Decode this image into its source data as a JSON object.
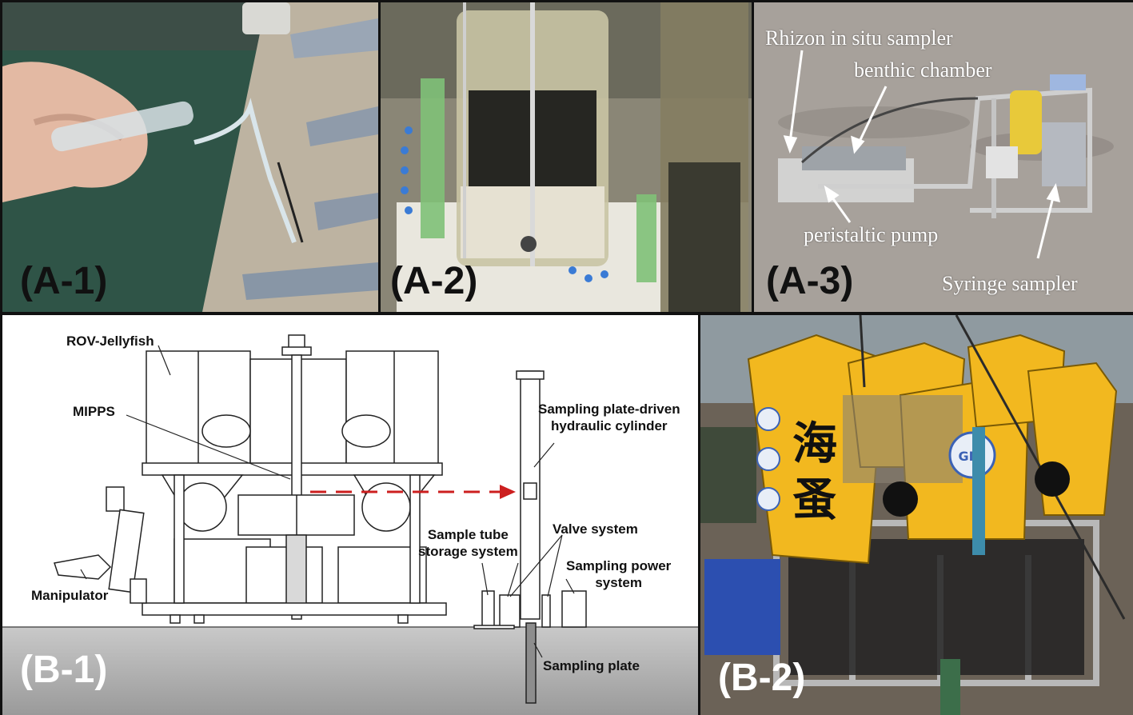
{
  "panels": {
    "a1": {
      "label": "(A-1)"
    },
    "a2": {
      "label": "(A-2)"
    },
    "a3": {
      "label": "(A-3)",
      "annotations": {
        "rhizon": "Rhizon in situ sampler",
        "benthic": "benthic chamber",
        "pump": "peristaltic pump",
        "syringe": "Syringe sampler"
      }
    },
    "b1": {
      "label": "(B-1)",
      "labels": {
        "rov": "ROV-Jellyfish",
        "mipps": "MIPPS",
        "manipulator": "Manipulator",
        "cylinder_1": "Sampling plate-driven",
        "cylinder_2": "hydraulic cylinder",
        "storage_1": "Sample tube",
        "storage_2": "storage system",
        "valve": "Valve system",
        "power_1": "Sampling power",
        "power_2": "system",
        "plate": "Sampling plate"
      },
      "colors": {
        "arrow": "#cc1f1f",
        "seabed": "#bdbdbd"
      }
    },
    "b2": {
      "label": "(B-2)",
      "vehicle_text": "海蚤",
      "logo_text": "GMI",
      "colors": {
        "float": "#f2b81f",
        "frame": "#b8b8b8",
        "deck": "#6b6257"
      }
    }
  }
}
